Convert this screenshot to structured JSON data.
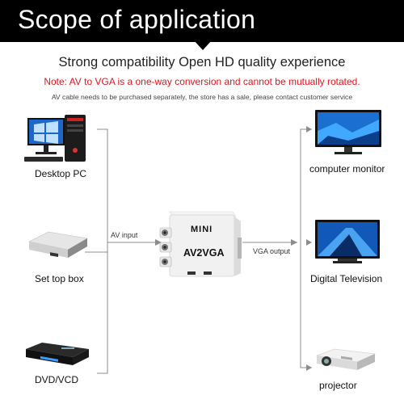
{
  "header": {
    "title": "Scope of application"
  },
  "headlines": {
    "strong": "Strong compatibility Open HD quality experience",
    "note": "Note: AV to VGA is a one-way conversion and cannot be mutually rotated.",
    "small": "AV cable needs to be purchased separately, the store has a sale, please contact customer service"
  },
  "inputs": [
    {
      "label": "Desktop PC",
      "icon": "desktop-pc-icon"
    },
    {
      "label": "Set top box",
      "icon": "set-top-box-icon"
    },
    {
      "label": "DVD/VCD",
      "icon": "dvd-player-icon"
    }
  ],
  "outputs": [
    {
      "label": "computer monitor",
      "icon": "computer-monitor-icon"
    },
    {
      "label": "Digital Television",
      "icon": "television-icon"
    },
    {
      "label": "projector",
      "icon": "projector-icon"
    }
  ],
  "converter": {
    "brand": "MINI",
    "model": "AV2VGA"
  },
  "connections": {
    "input_label": "AV input",
    "output_label": "VGA output"
  }
}
